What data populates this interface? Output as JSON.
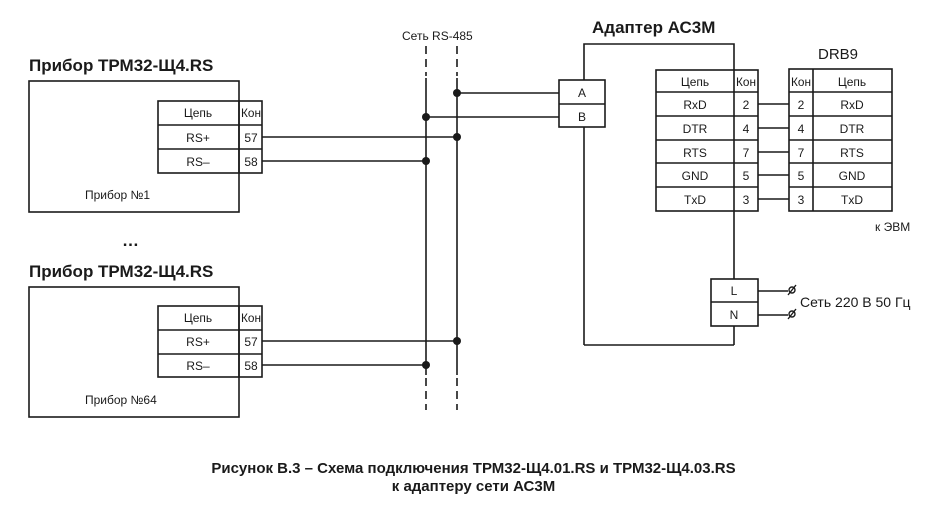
{
  "devices": [
    {
      "title": "Прибор ТРМ32-Щ4.RS",
      "name": "Прибор №1",
      "table": {
        "header": [
          "Цепь",
          "Кон"
        ],
        "rows": [
          [
            "RS+",
            "57"
          ],
          [
            "RS–",
            "58"
          ]
        ]
      }
    },
    {
      "title": "Прибор ТРМ32-Щ4.RS",
      "name": "Прибор №64",
      "table": {
        "header": [
          "Цепь",
          "Кон"
        ],
        "rows": [
          [
            "RS+",
            "57"
          ],
          [
            "RS–",
            "58"
          ]
        ]
      }
    }
  ],
  "ellipsis": "…",
  "network_label": "Сеть RS-485",
  "adapter": {
    "title": "Адаптер АС3М",
    "ab_terminals": [
      "A",
      "B"
    ],
    "power_terminals": [
      "L",
      "N"
    ],
    "table": {
      "header": [
        "Цепь",
        "Кон"
      ],
      "rows": [
        [
          "RxD",
          "2"
        ],
        [
          "DTR",
          "4"
        ],
        [
          "RTS",
          "7"
        ],
        [
          "GND",
          "5"
        ],
        [
          "TxD",
          "3"
        ]
      ]
    }
  },
  "drb9": {
    "title": "DRB9",
    "table": {
      "header": [
        "Кон",
        "Цепь"
      ],
      "rows": [
        [
          "2",
          "RxD"
        ],
        [
          "4",
          "DTR"
        ],
        [
          "7",
          "RTS"
        ],
        [
          "5",
          "GND"
        ],
        [
          "3",
          "TxD"
        ]
      ]
    },
    "note": "к ЭВМ"
  },
  "power_label": "Сеть 220 В 50 Гц",
  "caption": {
    "line1": "Рисунок В.3 – Схема подключения ТРМ32-Щ4.01.RS и ТРМ32-Щ4.03.RS",
    "line2": "к адаптеру сети АС3М"
  }
}
